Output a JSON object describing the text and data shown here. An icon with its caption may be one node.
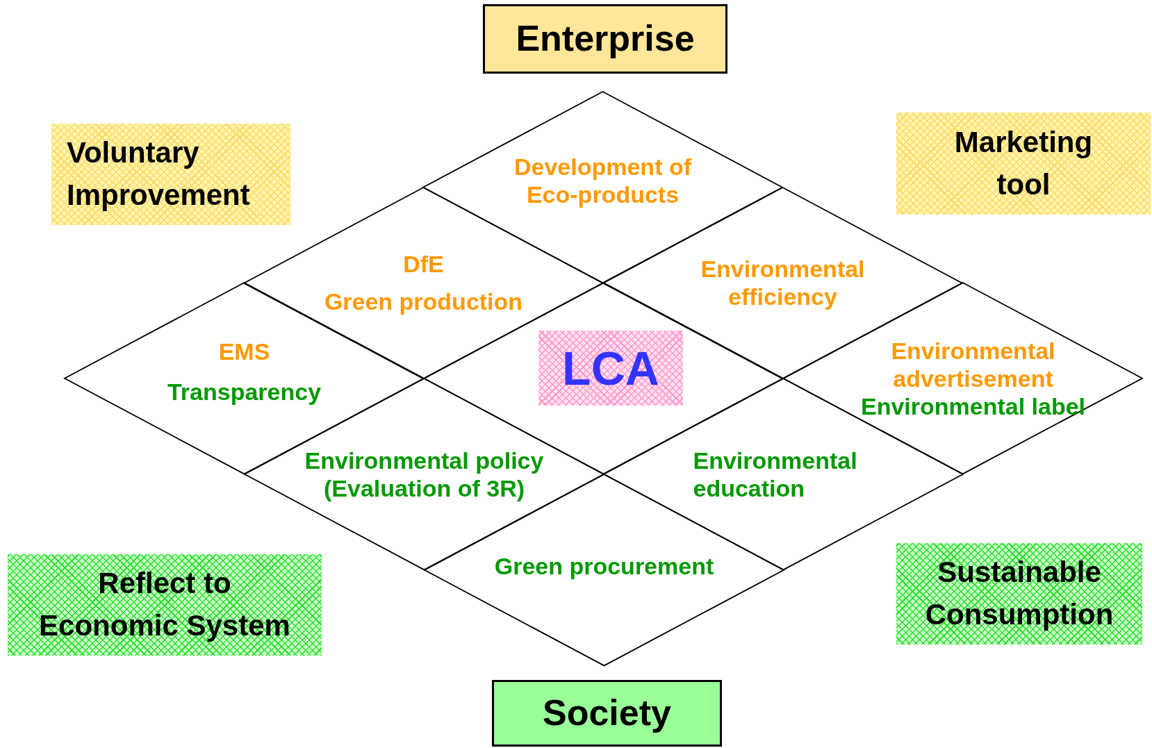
{
  "diagram": {
    "nodes": [
      {
        "text": [
          "Enterprise"
        ]
      },
      {
        "text": [
          "Voluntary Improvement"
        ]
      },
      {
        "text": [
          "Marketing tool"
        ]
      },
      {
        "text": [
          "Development of Eco-products"
        ]
      },
      {
        "text": [
          "DfE",
          "Green production"
        ]
      },
      {
        "text": [
          "Environmental efficiency"
        ]
      },
      {
        "text": [
          "EMS",
          "Transparency"
        ]
      },
      {
        "text": [],
        "shape": "diamond"
      },
      {
        "text": [
          "LCA"
        ],
        "in": 7
      },
      {
        "text": [
          "Environmental advertisement",
          "Environmental label"
        ]
      },
      {
        "text": [
          "Environmental policy (Evaluation of 3R)"
        ]
      },
      {
        "text": [
          "Environmental education"
        ]
      },
      {
        "text": [
          "Green procurement"
        ]
      },
      {
        "text": [
          "Reflect to Economic System"
        ]
      },
      {
        "text": [
          "Sustainable Consumption"
        ]
      },
      {
        "text": [
          "Society"
        ]
      }
    ]
  }
}
